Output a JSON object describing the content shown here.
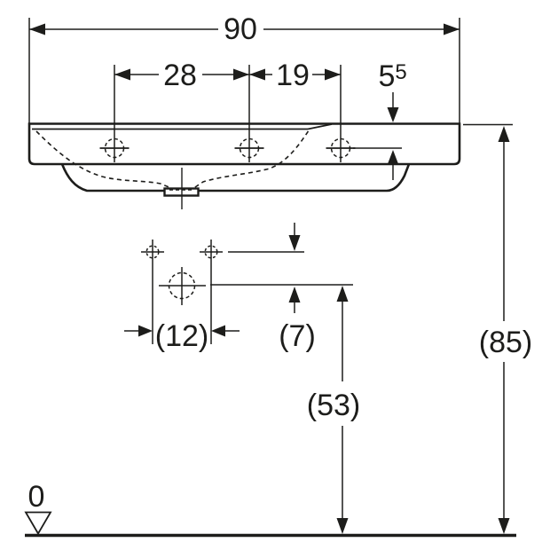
{
  "colors": {
    "line": "#1d1d1b",
    "background": "#ffffff"
  },
  "dimensions": {
    "total_width": "90",
    "tap_hole_spacing_left": "28",
    "tap_hole_spacing_right": "19",
    "tap_hole_offset_main": "5",
    "tap_hole_offset_sup": "5",
    "fixing_hole_spacing": "(12)",
    "fixing_to_outlet": "(7)",
    "outlet_height": "(53)",
    "rim_height": "(85)",
    "floor_level": "0"
  }
}
